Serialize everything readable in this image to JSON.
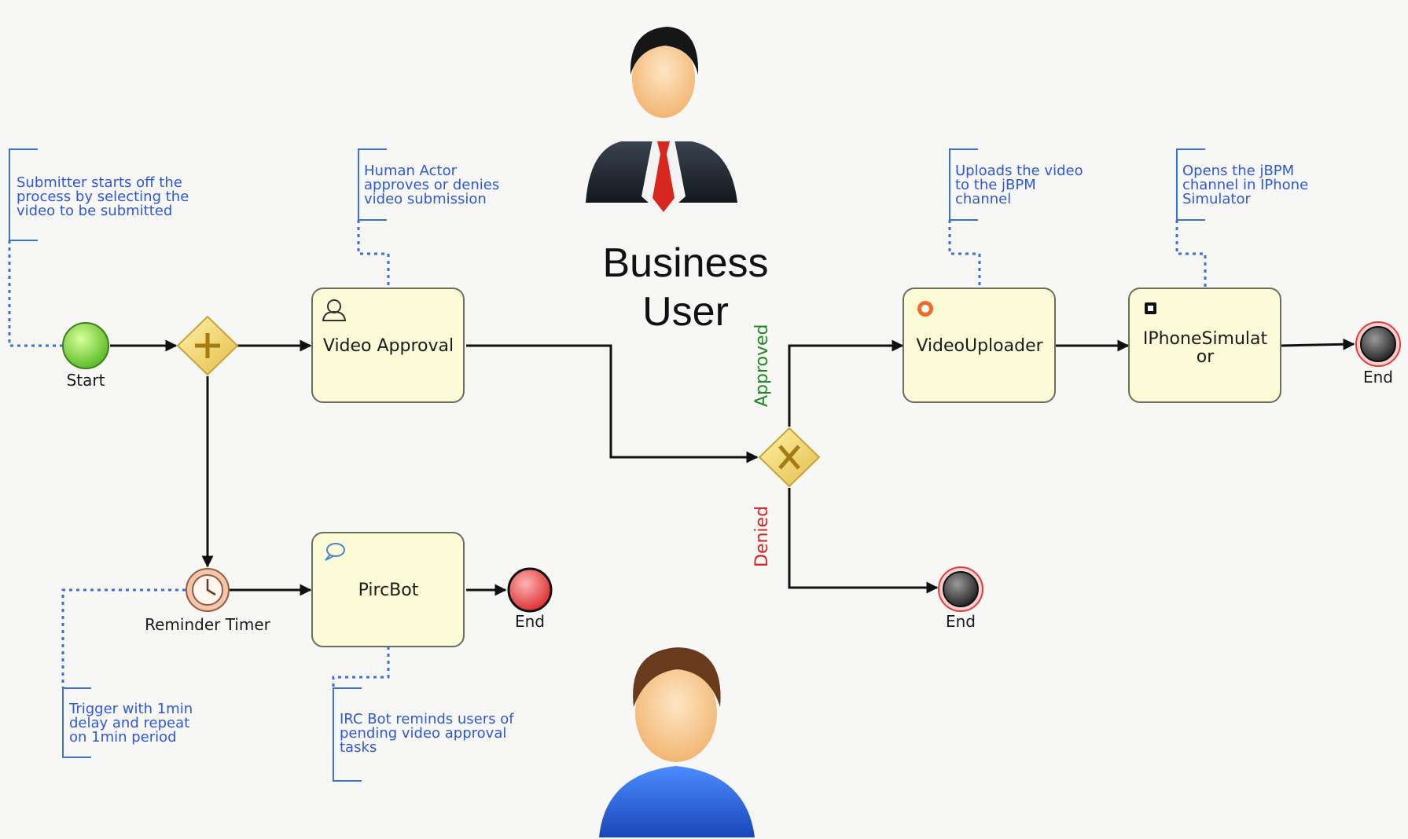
{
  "title": {
    "line1": "Business",
    "line2": "User"
  },
  "nodes": {
    "start": "Start",
    "video_approval": "Video Approval",
    "reminder_timer": "Reminder Timer",
    "pircbot": "PircBot",
    "end_pirc": "End",
    "end_denied": "End",
    "videouploader": "VideoUploader",
    "iphone_line1": "IPhoneSimulat",
    "iphone_line2": "or",
    "end_final": "End"
  },
  "branches": {
    "approved": "Approved",
    "denied": "Denied"
  },
  "annotations": {
    "start": [
      "Submitter starts off the",
      "process by selecting the",
      "video to be submitted"
    ],
    "approval": [
      "Human Actor",
      "approves or denies",
      "video submission"
    ],
    "uploader": [
      "Uploads the video",
      "to the jBPM",
      "channel"
    ],
    "iphone": [
      "Opens the jBPM",
      "channel in IPhone",
      "Simulator"
    ],
    "timer": [
      "Trigger with 1min",
      "delay and repeat",
      "on 1min period"
    ],
    "ircbot": [
      "IRC Bot reminds users of",
      "pending video approval",
      "tasks"
    ]
  },
  "icons": {
    "business_person": "business-user-avatar",
    "end_user": "end-user-avatar",
    "user_task": "user-task-icon",
    "timer": "clock-icon",
    "chat": "chat-bubble-icon",
    "upload": "upload-icon",
    "service": "service-icon"
  },
  "colors": {
    "task_fill": "#fcfbd8",
    "annotation": "#2f58d6",
    "approved": "#1f8a1f",
    "denied": "#d02424",
    "start_event": "#7fd63a",
    "end_event": "#e53b3b",
    "gateway": "#f2d26a"
  }
}
